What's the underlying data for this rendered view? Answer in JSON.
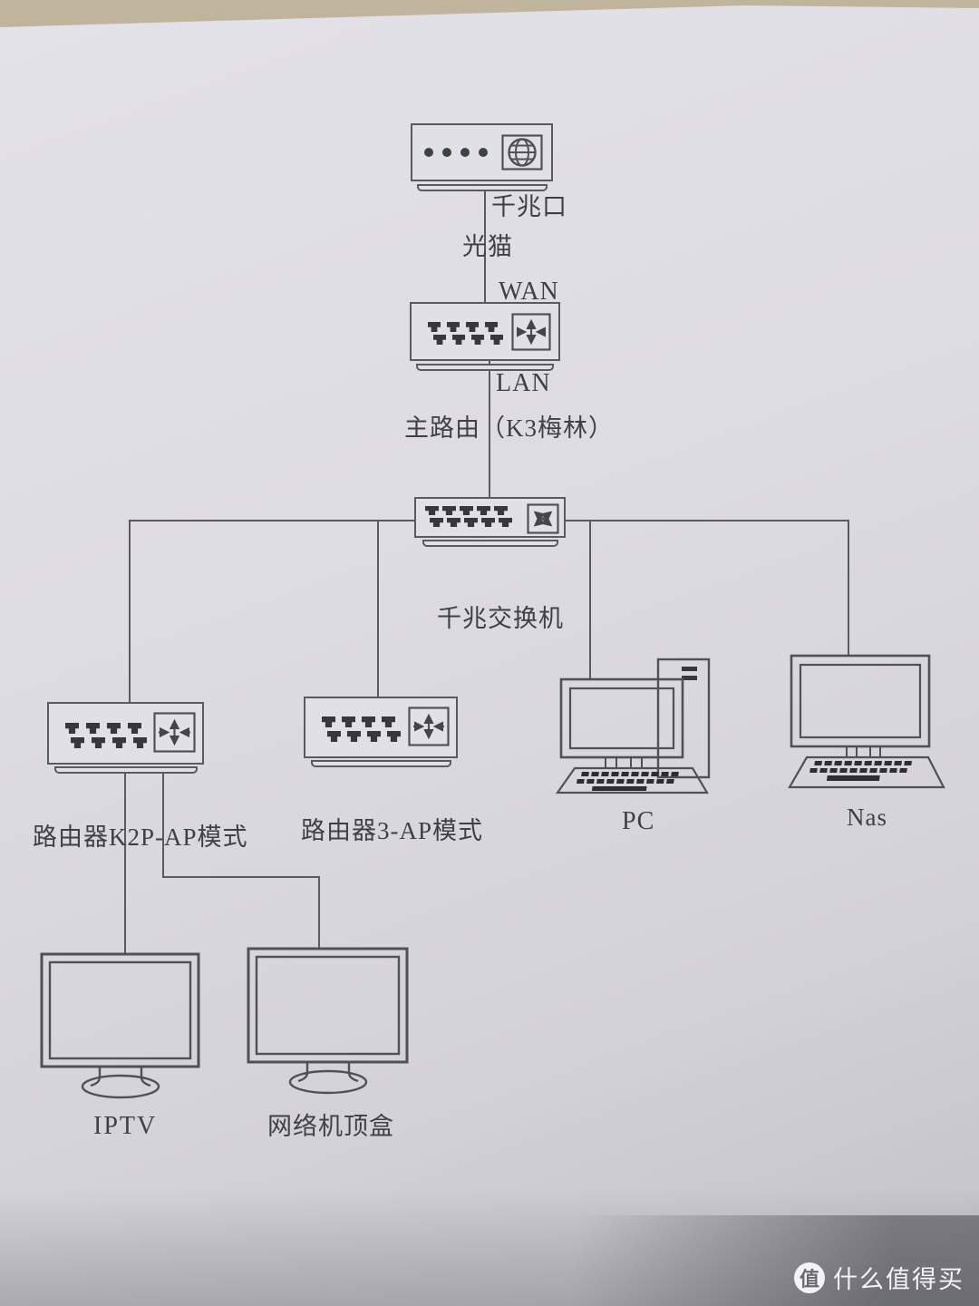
{
  "watermark": {
    "logo_char": "值",
    "brand": "什么值得买"
  },
  "diagram": {
    "labels": {
      "gigabit_port": "千兆口",
      "modem": "光猫",
      "wan": "WAN",
      "lan": "LAN",
      "main_router": "主路由（K3梅林）",
      "switch": "千兆交换机",
      "router_k2p": "路由器K2P-AP模式",
      "router_3": "路由器3-AP模式",
      "pc": "PC",
      "nas": "Nas",
      "iptv": "IPTV",
      "stb": "网络机顶盒"
    },
    "nodes": [
      {
        "id": "modem",
        "type": "optical-modem",
        "label": "光猫"
      },
      {
        "id": "main_router",
        "type": "router",
        "label": "主路由（K3梅林）"
      },
      {
        "id": "switch",
        "type": "gigabit-switch",
        "label": "千兆交换机"
      },
      {
        "id": "router_k2p",
        "type": "router-ap",
        "label": "路由器K2P-AP模式"
      },
      {
        "id": "router_3",
        "type": "router-ap",
        "label": "路由器3-AP模式"
      },
      {
        "id": "pc",
        "type": "desktop-computer",
        "label": "PC"
      },
      {
        "id": "nas",
        "type": "desktop-computer",
        "label": "Nas"
      },
      {
        "id": "iptv",
        "type": "display",
        "label": "IPTV"
      },
      {
        "id": "stb",
        "type": "display",
        "label": "网络机顶盒"
      }
    ],
    "edges": [
      {
        "from": "modem",
        "to": "main_router",
        "from_port": "千兆口",
        "to_port": "WAN"
      },
      {
        "from": "main_router",
        "to": "switch",
        "from_port": "LAN"
      },
      {
        "from": "switch",
        "to": "router_k2p"
      },
      {
        "from": "switch",
        "to": "router_3"
      },
      {
        "from": "switch",
        "to": "pc"
      },
      {
        "from": "switch",
        "to": "nas"
      },
      {
        "from": "router_k2p",
        "to": "iptv"
      },
      {
        "from": "router_k2p",
        "to": "stb"
      }
    ],
    "colors": {
      "line": "#5a5a60",
      "text": "#3f3f45",
      "paper": "#dbdae0",
      "desk": "#c0b49c"
    }
  }
}
